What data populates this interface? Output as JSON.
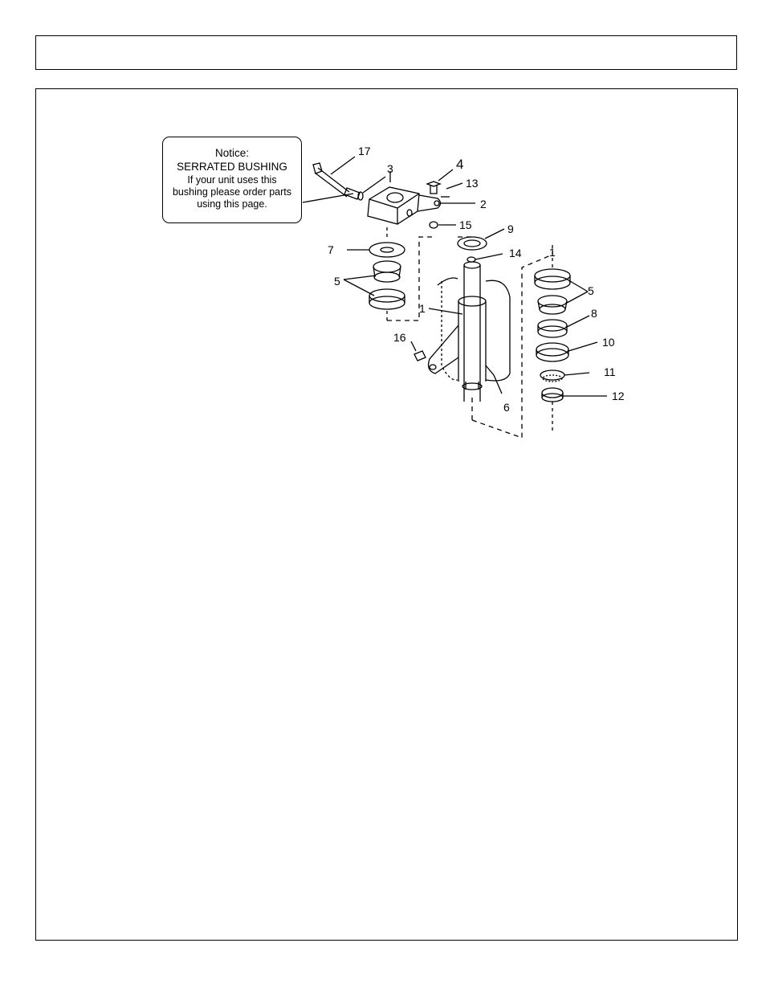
{
  "notice": {
    "title": "Notice:",
    "subtitle": "SERRATED BUSHING",
    "lines": [
      "If your unit uses this",
      "bushing please order parts",
      "using this page."
    ]
  },
  "callouts": {
    "c17": "17",
    "c3": "3",
    "c4": "4",
    "c13": "13",
    "c2": "2",
    "c15": "15",
    "c9": "9",
    "c14": "14",
    "c7": "7",
    "c5a": "5",
    "c1a": "1",
    "c1b": "1",
    "c5b": "5",
    "c8": "8",
    "c10": "10",
    "c11": "11",
    "c12": "12",
    "c16": "16",
    "c6": "6"
  }
}
